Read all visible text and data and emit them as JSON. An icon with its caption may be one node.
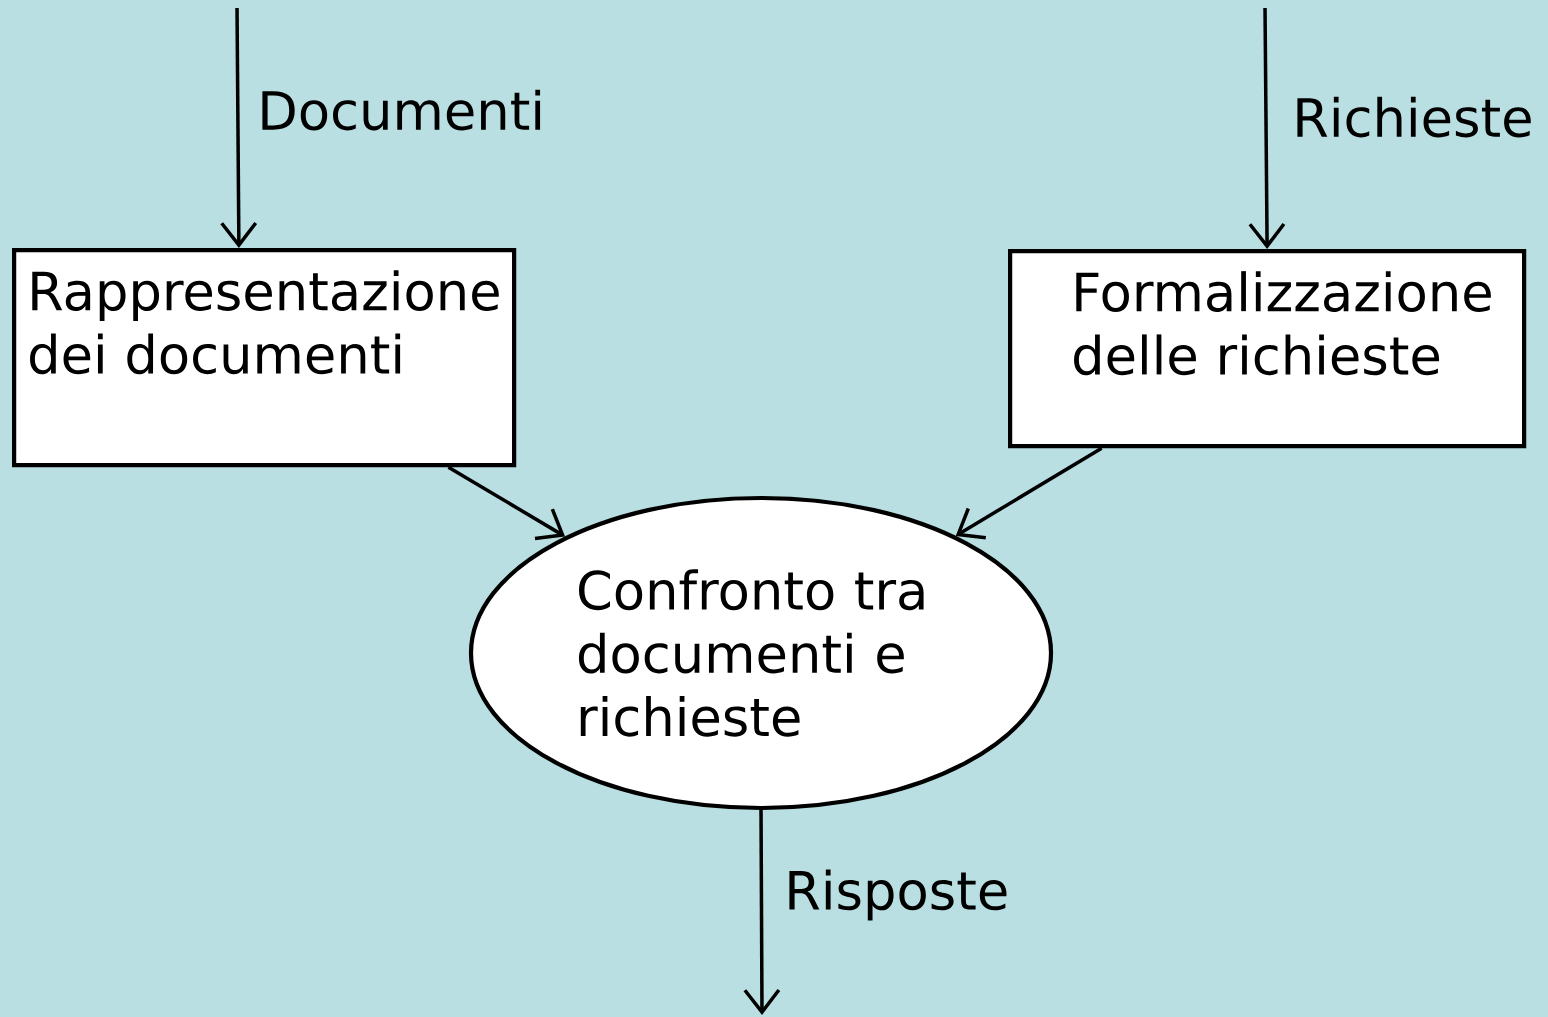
{
  "diagram": {
    "nodes": [
      {
        "text": [
          "Rappresentazione dei documenti"
        ]
      },
      {
        "text": [
          "Formalizzazione delle richieste"
        ]
      },
      {
        "text": [
          "Confronto tra documenti e richieste"
        ]
      }
    ],
    "edges": [
      {
        "from": null,
        "to": 0,
        "arrow": "to",
        "label": "Documenti"
      },
      {
        "from": null,
        "to": 1,
        "arrow": "to",
        "label": "Richieste"
      },
      {
        "from": 0,
        "to": 2,
        "arrow": "to"
      },
      {
        "from": 1,
        "to": 2,
        "arrow": "to"
      },
      {
        "from": 2,
        "to": null,
        "arrow": "to",
        "label": "Risposte"
      }
    ]
  }
}
